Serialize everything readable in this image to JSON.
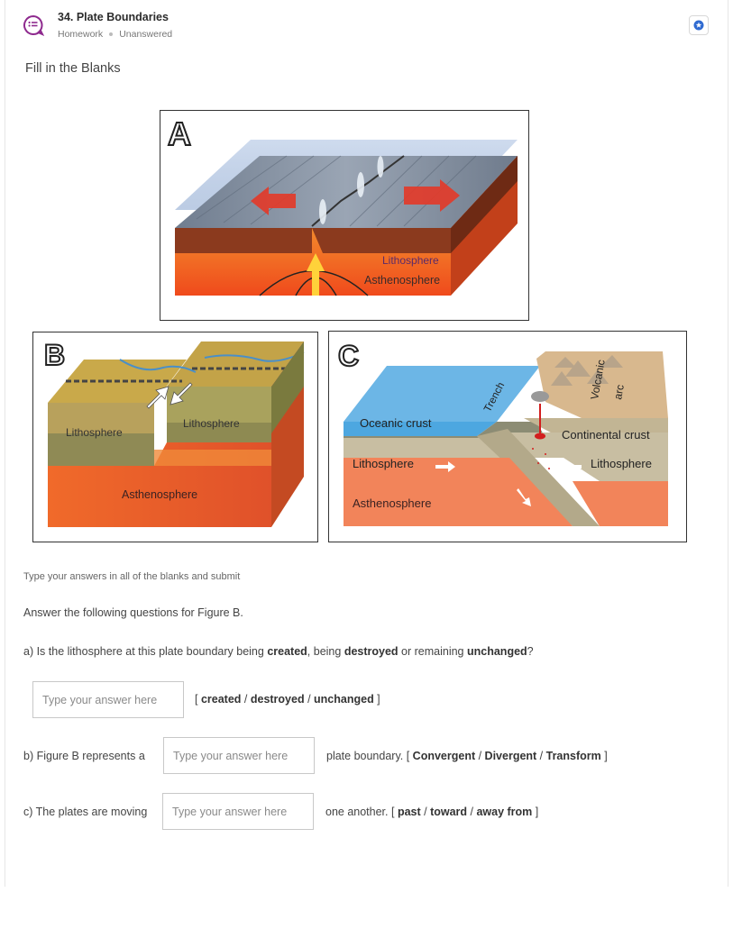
{
  "header": {
    "title": "34. Plate Boundaries",
    "type": "Homework",
    "status": "Unanswered"
  },
  "section_title": "Fill in the Blanks",
  "figures": {
    "a": {
      "letter": "A",
      "labels": [
        "Lithosphere",
        "Asthenosphere"
      ]
    },
    "b": {
      "letter": "B",
      "labels": [
        "Lithosphere",
        "Lithosphere",
        "Asthenosphere"
      ]
    },
    "c": {
      "letter": "C",
      "labels": [
        "Trench",
        "Volcanic",
        "arc",
        "Oceanic crust",
        "Continental crust",
        "Lithosphere",
        "Lithosphere",
        "Asthenosphere"
      ]
    }
  },
  "instruction": "Type your answers in all of the blanks and submit",
  "question_intro": "Answer the following questions for Figure B.",
  "qa": {
    "text1": "a) Is the lithosphere at this plate boundary being ",
    "bold1": "created",
    "text2": ", being ",
    "bold2": "destroyed",
    "text3": " or remaining ",
    "bold3": "unchanged",
    "text4": "?"
  },
  "placeholder": "Type your answer here",
  "opts_a": {
    "open": "[ ",
    "o1": "created",
    "sep1": " / ",
    "o2": "destroyed",
    "sep2": " / ",
    "o3": "unchanged",
    "close": " ]"
  },
  "qb": {
    "prefix": "b) Figure B represents a",
    "suffix": "plate boundary. [ ",
    "o1": "Convergent",
    "sep1": " / ",
    "o2": "Divergent",
    "sep2": " / ",
    "o3": "Transform",
    "close": " ]"
  },
  "qc": {
    "prefix": "c) The plates are moving",
    "suffix": "one another. [ ",
    "o1": "past",
    "sep1": " / ",
    "o2": "toward",
    "sep2": " / ",
    "o3": "away from",
    "close": " ]"
  },
  "colors": {
    "accent": "#8e2a8e",
    "flag": "#2f6ad1"
  }
}
